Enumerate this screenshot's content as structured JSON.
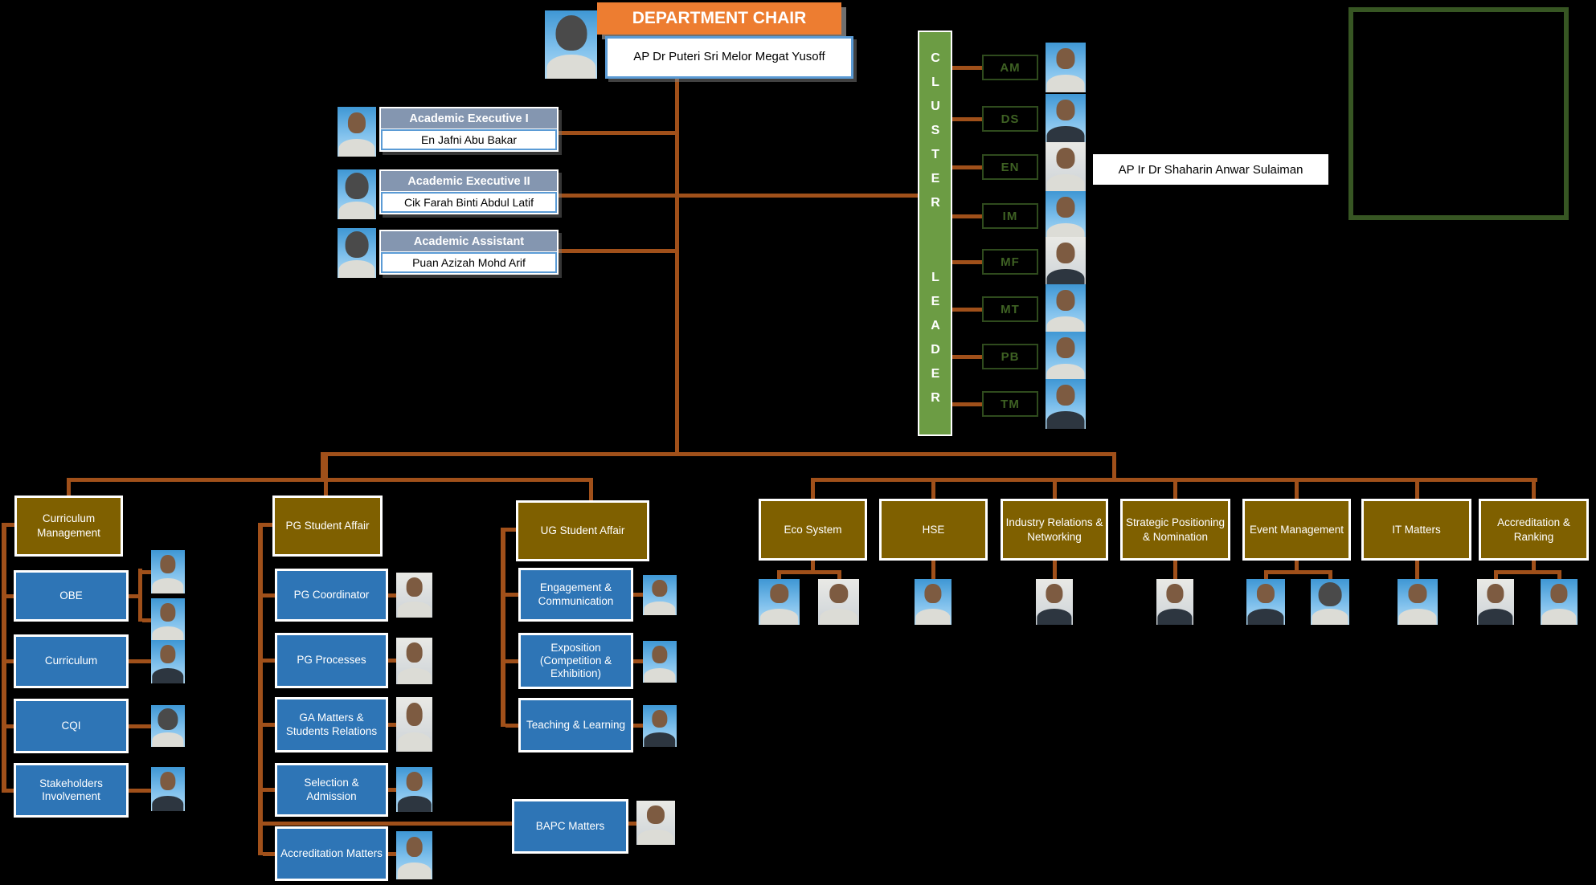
{
  "colors": {
    "connector": "#A0501A",
    "chair_orange": "#ED7D31",
    "box_blue": "#2E75B6",
    "box_gold": "#7F6000",
    "cluster_green": "#6C9C44",
    "code_text_green": "#3E6123",
    "name_border_blue": "#5B9BD5",
    "staff_header_bluegray": "#8496B0",
    "empty_box_border_green": "#375623"
  },
  "chair": {
    "title": "DEPARTMENT CHAIR",
    "name": "AP Dr Puteri Sri Melor Megat Yusoff"
  },
  "staff": [
    {
      "role": "Academic Executive I",
      "name": "En Jafni Abu Bakar"
    },
    {
      "role": "Academic Executive II",
      "name": "Cik Farah Binti Abdul Latif"
    },
    {
      "role": "Academic Assistant",
      "name": "Puan Azizah Mohd Arif"
    }
  ],
  "cluster": {
    "title_word1": "CLUSTER",
    "title_word2": "LEADER",
    "codes": [
      "AM",
      "DS",
      "EN",
      "IM",
      "MF",
      "MT",
      "PB",
      "TM"
    ],
    "en_leader": "AP Ir Dr Shaharin Anwar Sulaiman"
  },
  "curriculum": {
    "title": "Curriculum Management",
    "items": [
      "OBE",
      "Curriculum",
      "CQI",
      "Stakeholders Involvement"
    ]
  },
  "pg": {
    "title": "PG Student Affair",
    "items": [
      "PG Coordinator",
      "PG Processes",
      "GA Matters & Students Relations",
      "Selection & Admission",
      "Accreditation Matters"
    ],
    "bapc": "BAPC Matters"
  },
  "ug": {
    "title": "UG Student Affair",
    "items": [
      "Engagement & Communication",
      "Exposition (Competition & Exhibition)",
      "Teaching & Learning"
    ]
  },
  "committees": [
    "Eco System",
    "HSE",
    "Industry Relations & Networking",
    "Strategic Positioning & Nomination",
    "Event Management",
    "IT Matters",
    "Accreditation & Ranking"
  ]
}
